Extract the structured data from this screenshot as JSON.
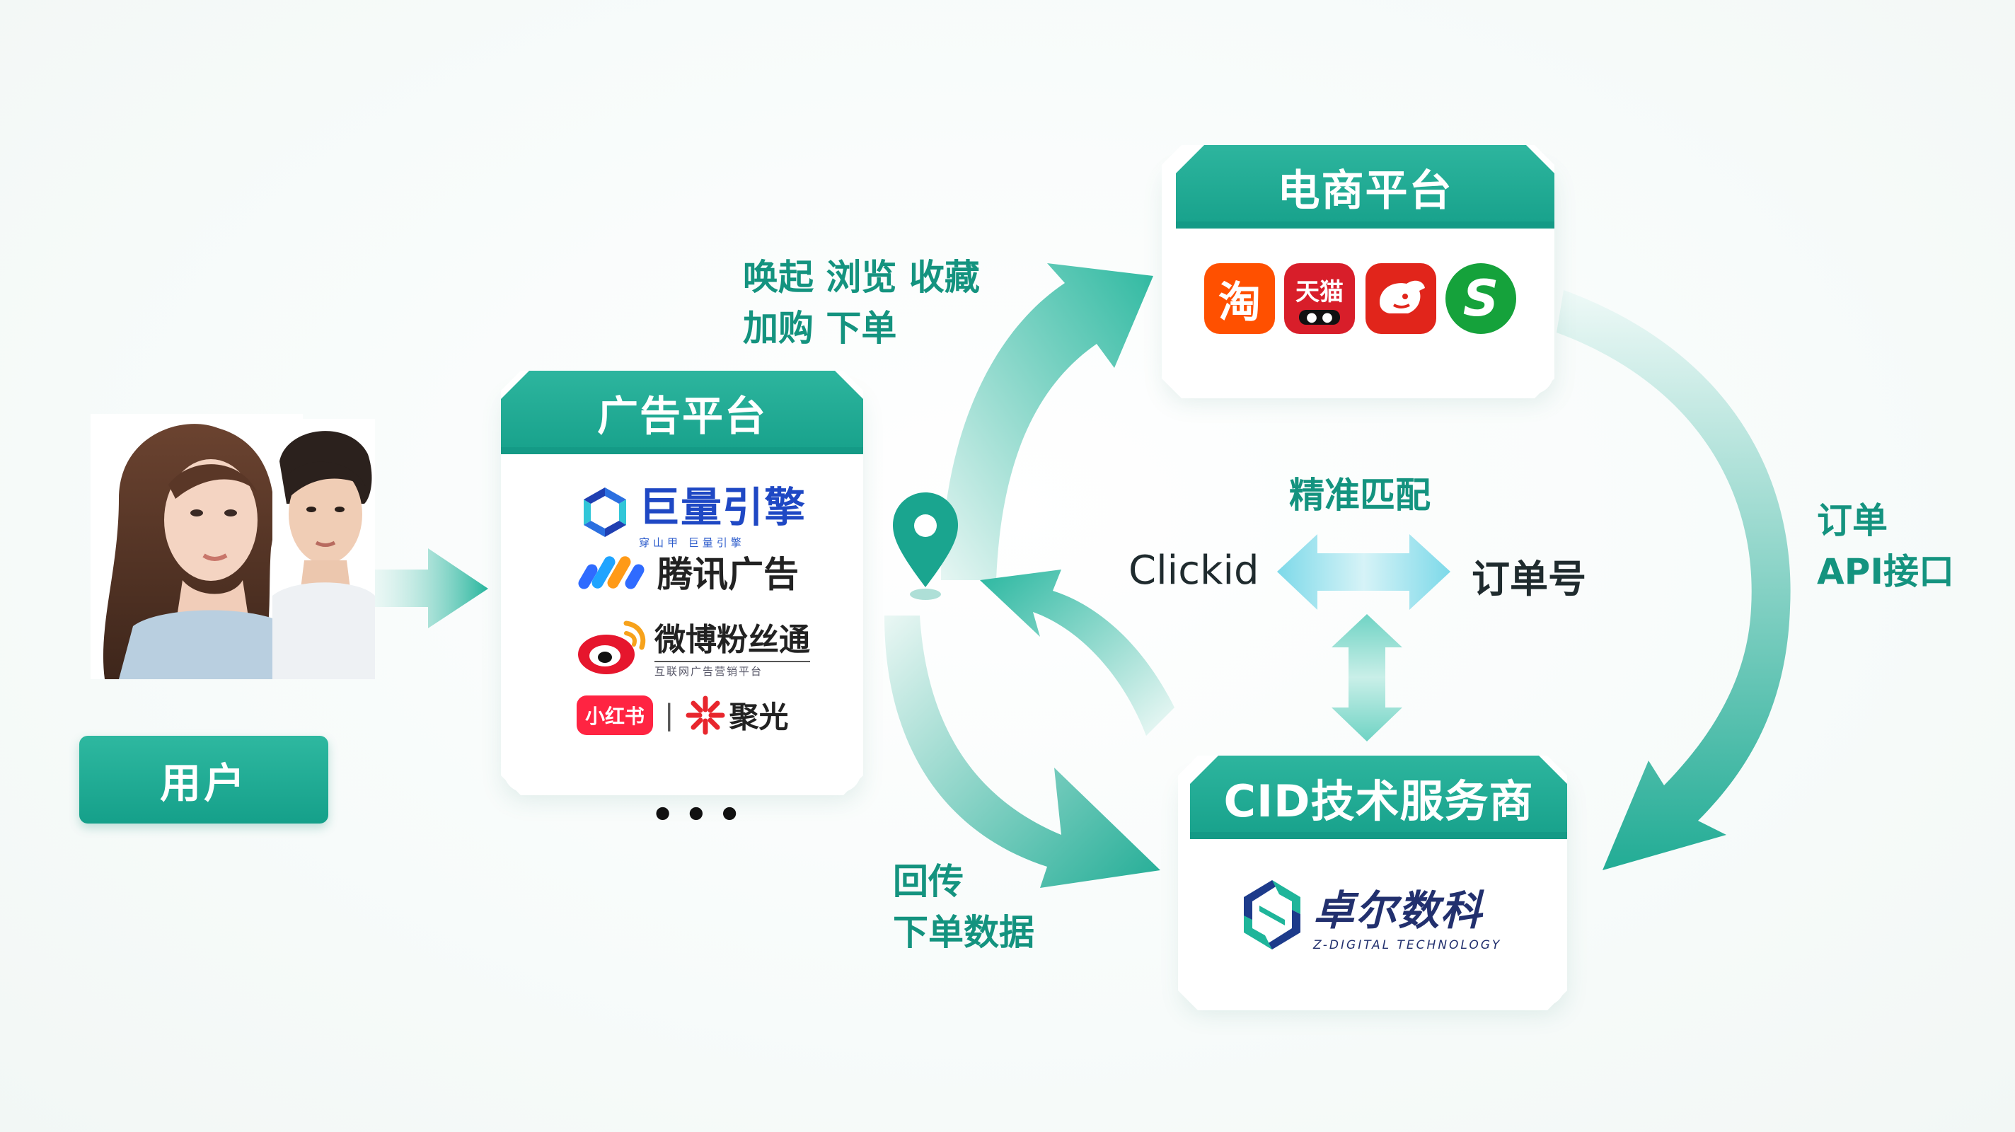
{
  "user": {
    "label": "用户"
  },
  "ad_platform": {
    "title": "广告平台",
    "logos": [
      {
        "name": "巨量引擎",
        "sub": "穿山甲 巨量引擎"
      },
      {
        "name": "腾讯广告"
      },
      {
        "name": "微博粉丝通",
        "sub": "互联网广告营销平台"
      },
      {
        "name": "小红书",
        "sep": "|",
        "name2": "聚光"
      }
    ],
    "more": "•••"
  },
  "ecommerce": {
    "title": "电商平台",
    "icons": [
      {
        "glyph": "淘",
        "color": "#ff5000"
      },
      {
        "glyph": "天猫",
        "color": "#d81e2a"
      },
      {
        "glyph": "京",
        "color": "#e1251b"
      },
      {
        "glyph": "S",
        "color": "#15a23b"
      }
    ]
  },
  "cid_provider": {
    "title": "CID技术服务商",
    "logo_name": "卓尔数科",
    "logo_sub": "Z-DIGITAL TECHNOLOGY"
  },
  "flow_labels": {
    "invoke_line1": "唤起 浏览 收藏",
    "invoke_line2": "加购 下单",
    "callback_line1": "回传",
    "callback_line2": "下单数据",
    "order_line1": "订单",
    "order_line2": "API接口",
    "match": "精准匹配",
    "clickid": "Clickid",
    "order_no": "订单号"
  },
  "colors": {
    "teal": "#1aa58f",
    "teal_dark": "#0e8d7a",
    "accent_light": "#a9e6dd"
  }
}
